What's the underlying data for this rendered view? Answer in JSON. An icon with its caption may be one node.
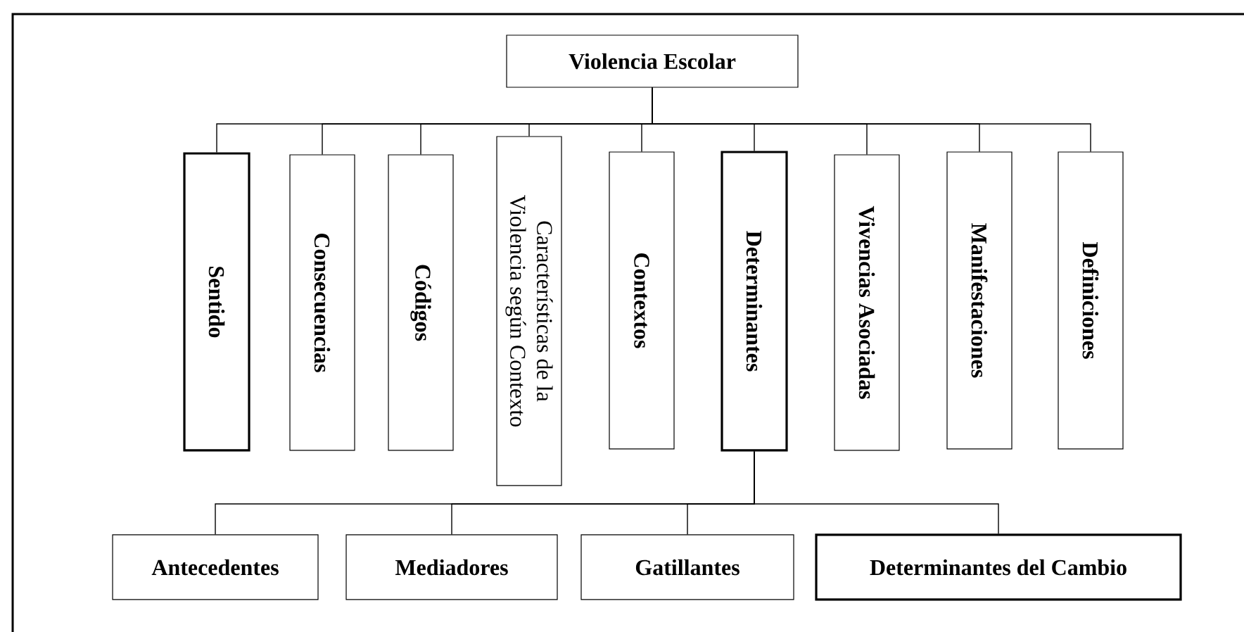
{
  "diagram": {
    "nodes": [
      {
        "text": [
          "Violencia Escolar"
        ]
      },
      {
        "text": [
          "Sentido"
        ]
      },
      {
        "text": [
          "Consecuencias"
        ]
      },
      {
        "text": [
          "Códigos"
        ]
      },
      {
        "text": [
          "Características de la Violencia según Contexto"
        ]
      },
      {
        "text": [
          "Contextos"
        ]
      },
      {
        "text": [
          "Determinantes"
        ]
      },
      {
        "text": [
          "Vivencias Asociadas"
        ]
      },
      {
        "text": [
          "Manifestaciones"
        ]
      },
      {
        "text": [
          "Definiciones"
        ]
      },
      {
        "text": [
          "Antecedentes"
        ]
      },
      {
        "text": [
          "Mediadores"
        ]
      },
      {
        "text": [
          "Gatillantes"
        ]
      },
      {
        "text": [
          "Determinantes del Cambio"
        ]
      }
    ],
    "edges": [
      {
        "from": 0,
        "to": 1,
        "arrow": "none"
      },
      {
        "from": 0,
        "to": 2,
        "arrow": "none"
      },
      {
        "from": 0,
        "to": 3,
        "arrow": "none"
      },
      {
        "from": 0,
        "to": 4,
        "arrow": "none"
      },
      {
        "from": 0,
        "to": 5,
        "arrow": "none"
      },
      {
        "from": 0,
        "to": 6,
        "arrow": "none"
      },
      {
        "from": 0,
        "to": 7,
        "arrow": "none"
      },
      {
        "from": 0,
        "to": 8,
        "arrow": "none"
      },
      {
        "from": 0,
        "to": 9,
        "arrow": "none"
      },
      {
        "from": 6,
        "to": 10,
        "arrow": "none"
      },
      {
        "from": 6,
        "to": 11,
        "arrow": "none"
      },
      {
        "from": 6,
        "to": 12,
        "arrow": "none"
      },
      {
        "from": 6,
        "to": 13,
        "arrow": "none"
      }
    ]
  }
}
